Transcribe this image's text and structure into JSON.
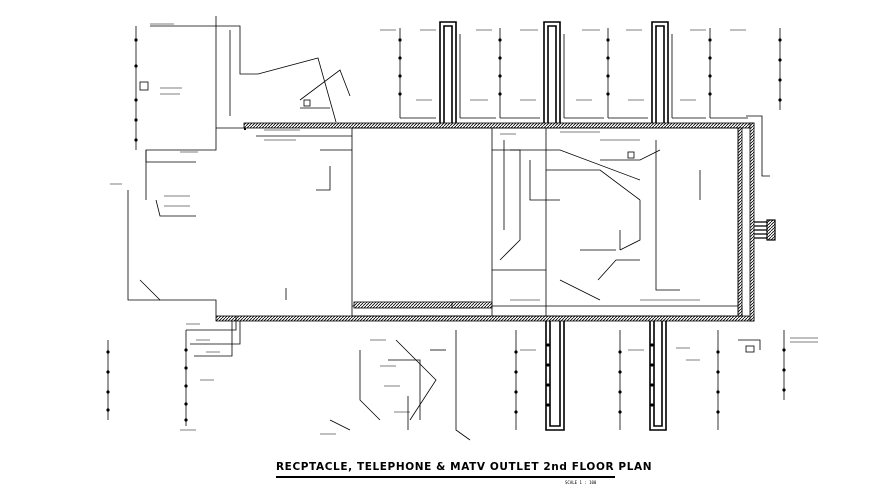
{
  "drawing": {
    "title": "RECPTACLE, TELEPHONE & MATV OUTLET 2nd FLOOR PLAN",
    "scale": "SCALE 1 : 100"
  },
  "colors": {
    "background": "#ffffff",
    "linework": "#000000",
    "wall_hatch": "#1a1a1a"
  },
  "symbols": {
    "receptacle": "small-outlet-dot",
    "riser": "vertical-riser-line"
  }
}
